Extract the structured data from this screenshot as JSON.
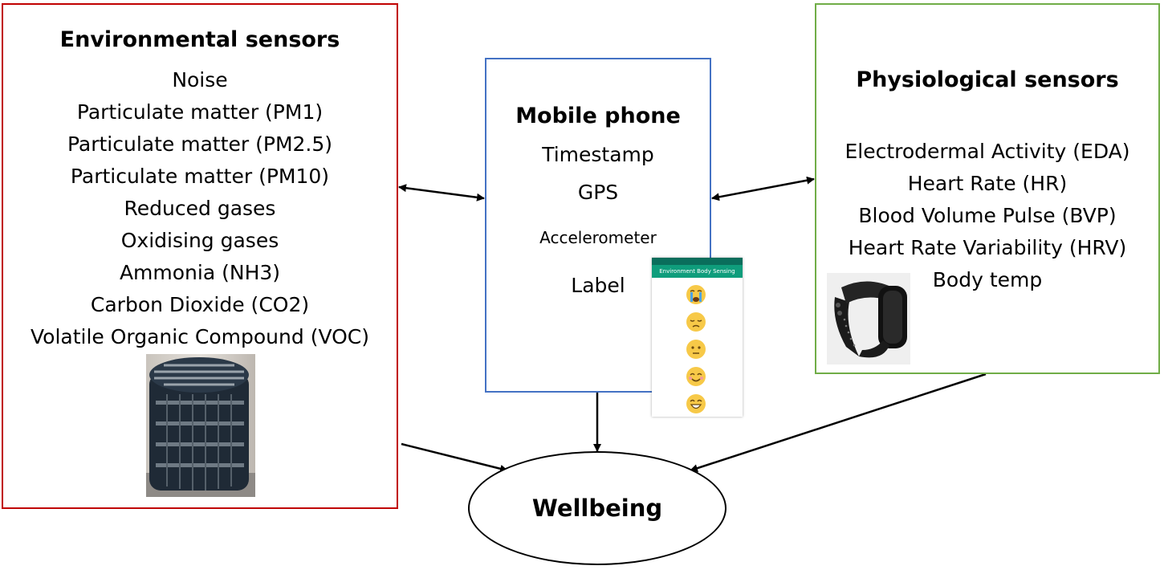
{
  "environmental": {
    "title": "Environmental sensors",
    "items": [
      "Noise",
      "Particulate matter (PM1)",
      "Particulate matter (PM2.5)",
      "Particulate matter (PM10)",
      "Reduced gases",
      "Oxidising gases",
      "Ammonia (NH3)",
      "Carbon Dioxide (CO2)",
      "Volatile Organic Compound (VOC)"
    ]
  },
  "mobile": {
    "title": "Mobile phone",
    "items": [
      "Timestamp",
      "GPS",
      "Accelerometer",
      "Label"
    ],
    "app_title": "Environment Body Sensing"
  },
  "physiological": {
    "title": "Physiological sensors",
    "items": [
      "Electrodermal Activity (EDA)",
      "Heart Rate (HR)",
      "Blood Volume Pulse (BVP)",
      "Heart Rate Variability (HRV)",
      "Body temp"
    ]
  },
  "outcome": {
    "label": "Wellbeing"
  },
  "colors": {
    "environmental_border": "#c00000",
    "mobile_border": "#4472c4",
    "physiological_border": "#70ad47",
    "app_header": "#0f9d7c"
  },
  "icons": [
    "sensor-cylinder-photo",
    "app-screenshot",
    "emoji-icon",
    "wristband-photo"
  ]
}
